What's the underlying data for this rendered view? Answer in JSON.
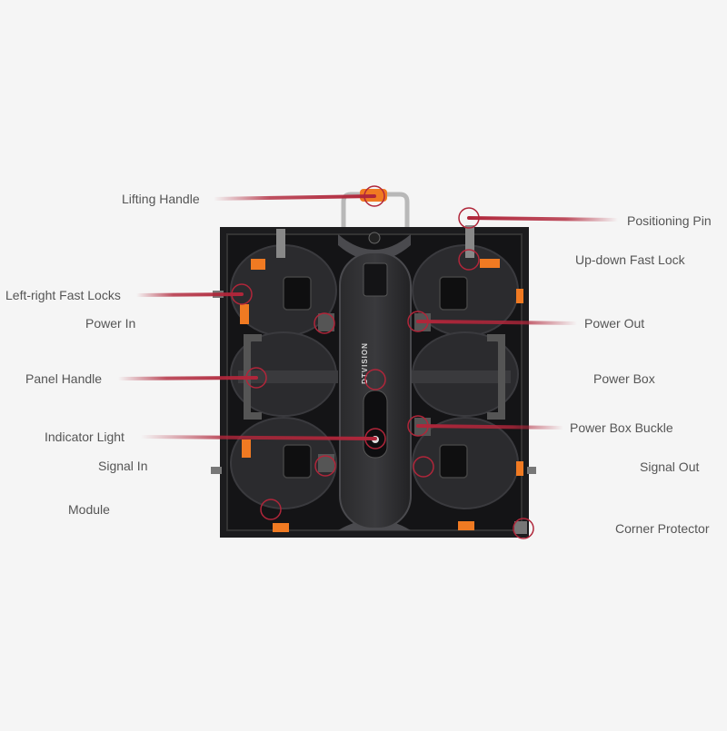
{
  "accent_color": "#b0263a",
  "panel_color": "#1c1c1e",
  "highlight_color": "#f07a22",
  "brand": "DTVISION",
  "labels": {
    "lifting_handle": "Lifting Handle",
    "positioning_pin": "Positioning Pin",
    "up_down_fast_lock": "Up-down Fast Lock",
    "left_right_fast_locks": "Left-right Fast Locks",
    "power_in": "Power In",
    "power_out": "Power Out",
    "panel_handle": "Panel Handle",
    "power_box": "Power Box",
    "indicator_light": "Indicator Light",
    "power_box_buckle": "Power Box Buckle",
    "signal_in": "Signal In",
    "signal_out": "Signal Out",
    "module": "Module",
    "corner_protector": "Corner Protector"
  }
}
